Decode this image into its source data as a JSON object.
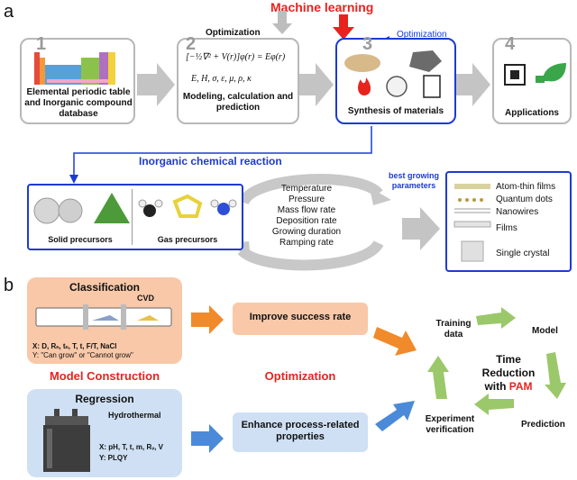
{
  "panel_a": {
    "letter": "a",
    "machine_learning": "Machine learning",
    "step1": {
      "num": "1",
      "label": "Elemental periodic table and Inorganic compound database"
    },
    "step2": {
      "num": "2",
      "optimization": "Optimization",
      "equation": "[−½∇² + V(r)]φ(r) = Eφ(r)",
      "symbols": "E, H, σ, ε, μ, ρ, κ",
      "label": "Modeling, calculation and prediction"
    },
    "step3": {
      "num": "3",
      "optimization": "Optimization",
      "label": "Synthesis of materials"
    },
    "step4": {
      "num": "4",
      "label": "Applications"
    },
    "reaction_title": "Inorganic chemical reaction",
    "solid_precursors": "Solid precursors",
    "gas_precursors": "Gas precursors",
    "parameters": [
      "Temperature",
      "Pressure",
      "Mass flow rate",
      "Deposition rate",
      "Growing duration",
      "Ramping rate"
    ],
    "best_params": "best growing parameters",
    "products": [
      "Atom-thin films",
      "Quantum dots",
      "Nanowires",
      "Films",
      "Single crystal"
    ]
  },
  "panel_b": {
    "letter": "b",
    "classification_title": "Classification",
    "cvd": "CVD",
    "class_x": "X: D, Rₙ, tₙ, T, t, F/T, NaCl",
    "class_y": "Y: \"Can grow\" or \"Cannot grow\"",
    "model_construction": "Model Construction",
    "optimization": "Optimization",
    "improve": "Improve success rate",
    "regression_title": "Regression",
    "hydrothermal": "Hydrothermal",
    "reg_x": "X: pH, T, t, m, Rᵥ, V",
    "reg_y": "Y: PLQY",
    "enhance": "Enhance process-related properties",
    "cycle": [
      "Training data",
      "Model",
      "Prediction",
      "Experiment verification"
    ],
    "center_line1": "Time",
    "center_line2": "Reduction",
    "center_with": "with",
    "center_pam": "PAM"
  }
}
